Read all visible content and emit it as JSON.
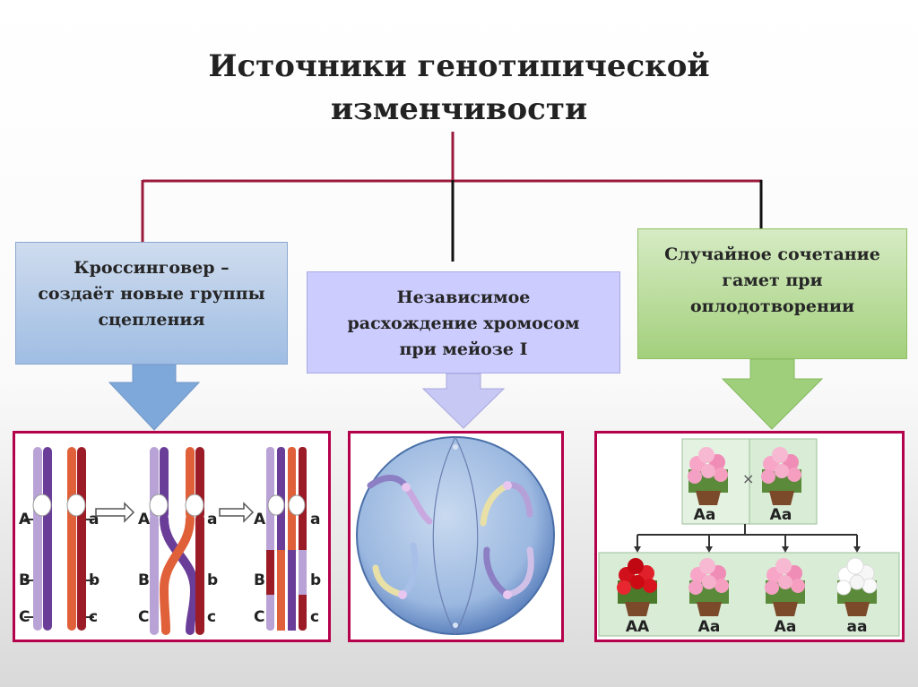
{
  "title": {
    "line1": "Источники генотипической",
    "line2": "изменчивости"
  },
  "boxes": {
    "crossing_over": {
      "line1": "Кроссинговер –",
      "line2": "создаёт новые группы",
      "line3": "сцепления"
    },
    "independent_assortment": {
      "line1": "Независимое",
      "line2": "расхождение хромосом",
      "line3": "при мейозе I"
    },
    "random_fusion": {
      "line1": "Случайное сочетание",
      "line2": "гамет при",
      "line3": "оплодотворении"
    }
  },
  "crossing_over_panel": {
    "gene_labels_left": [
      "A",
      "B",
      "C"
    ],
    "gene_labels_right": [
      "a",
      "b",
      "c"
    ]
  },
  "cross_panel": {
    "cross_symbol": "×",
    "parents": [
      "Aa",
      "Aa"
    ],
    "offspring": [
      "AA",
      "Aa",
      "Aa",
      "aa"
    ]
  },
  "colors": {
    "connector": "#9b1b3d",
    "panel_border": "#b5004b",
    "arrow_blue": "#7fa8da",
    "arrow_violet": "#c8c8f4",
    "arrow_green": "#9fcf7a",
    "chromosome_purple": "#6a3d99",
    "chromosome_lilac": "#b9a2d6",
    "chromosome_orange": "#e0603a",
    "chromosome_darkred": "#9b1b26"
  }
}
